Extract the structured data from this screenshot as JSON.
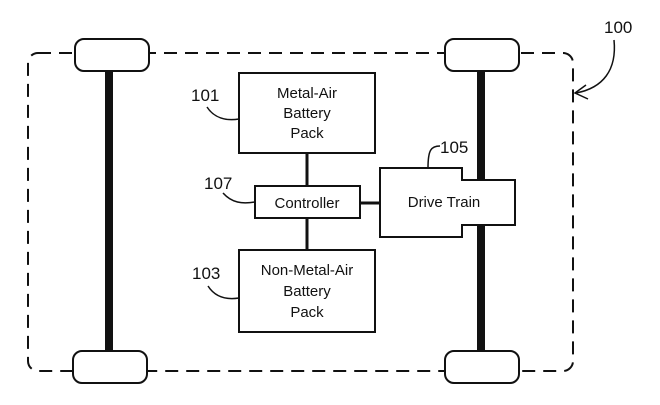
{
  "diagram": {
    "system_ref": "100",
    "blocks": {
      "metal_air": {
        "ref": "101",
        "lines": [
          "Metal-Air",
          "Battery",
          "Pack"
        ]
      },
      "non_metal_air": {
        "ref": "103",
        "lines": [
          "Non-Metal-Air",
          "Battery",
          "Pack"
        ]
      },
      "drive_train": {
        "ref": "105",
        "lines": [
          "Drive Train"
        ]
      },
      "controller": {
        "ref": "107",
        "lines": [
          "Controller"
        ]
      }
    }
  }
}
